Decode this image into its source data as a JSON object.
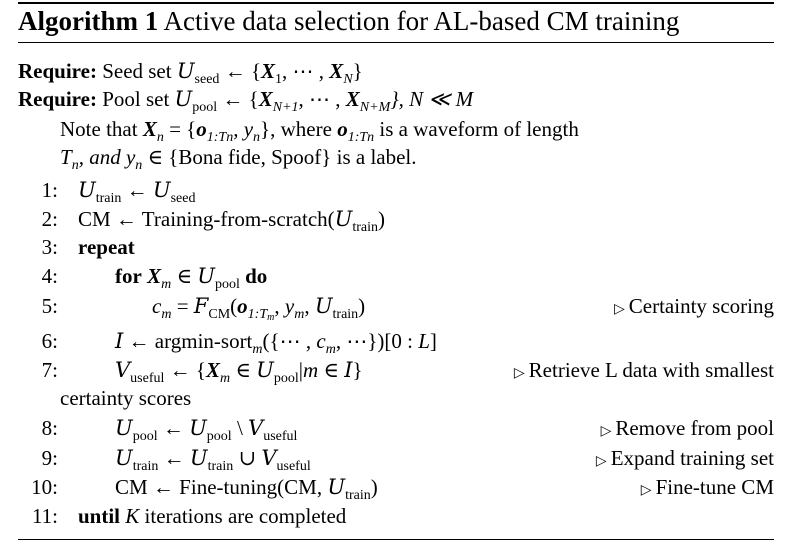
{
  "title": {
    "label": "Algorithm 1",
    "text": "Active data selection for AL-based CM training"
  },
  "require": {
    "keyword": "Require:",
    "r1": {
      "text": "Seed set",
      "sym": "U",
      "sub": "seed",
      "arrow": "← {",
      "x": "X",
      "x_sub1": "1",
      "mid": ", ⋯ , ",
      "x_subN": "N",
      "close": "}"
    },
    "r2": {
      "text": "Pool set",
      "sym": "U",
      "sub": "pool",
      "arrow": "← {",
      "x": "X",
      "x_sub1": "N+1",
      "mid": ", ⋯ , ",
      "x_subN": "N+M",
      "close": "}, N ≪ M"
    }
  },
  "note": {
    "line1_a": "Note that",
    "line1_b": "= {",
    "line1_c": ", y",
    "line1_d": "}, where",
    "line1_e": "is a waveform of length",
    "line2_a": "T",
    "line2_b": ", and y",
    "line2_c": "∈ {Bona fide, Spoof} is a label.",
    "sub_n": "n",
    "sub_1T": "1:T"
  },
  "steps": [
    {
      "num": "1:",
      "text": "← ",
      "comment": ""
    },
    {
      "num": "2:",
      "text": "CM ← Training-from-scratch(",
      "comment": ""
    },
    {
      "num": "3:",
      "text": "repeat",
      "comment": ""
    },
    {
      "num": "4:",
      "text": "for",
      "text2": "do",
      "comment": ""
    },
    {
      "num": "5:",
      "text": "= ",
      "comment": "Certainty scoring"
    },
    {
      "num": "6:",
      "text": "← argmin-sort",
      "comment": ""
    },
    {
      "num": "7:",
      "text": "← {",
      "comment": "Retrieve L data with smallest"
    },
    {
      "num": "",
      "text": "certainty scores",
      "comment": ""
    },
    {
      "num": "8:",
      "text": "←",
      "comment": "Remove from pool"
    },
    {
      "num": "9:",
      "text": "←",
      "comment": "Expand training set"
    },
    {
      "num": "10:",
      "text": "CM ← Fine-tuning(CM, ",
      "comment": "Fine-tune CM"
    },
    {
      "num": "11:",
      "text": "until",
      "text2": "iterations are completed",
      "comment": ""
    }
  ],
  "syms": {
    "train": "train",
    "seed": "seed",
    "pool": "pool",
    "useful": "useful",
    "CM": "CM"
  }
}
